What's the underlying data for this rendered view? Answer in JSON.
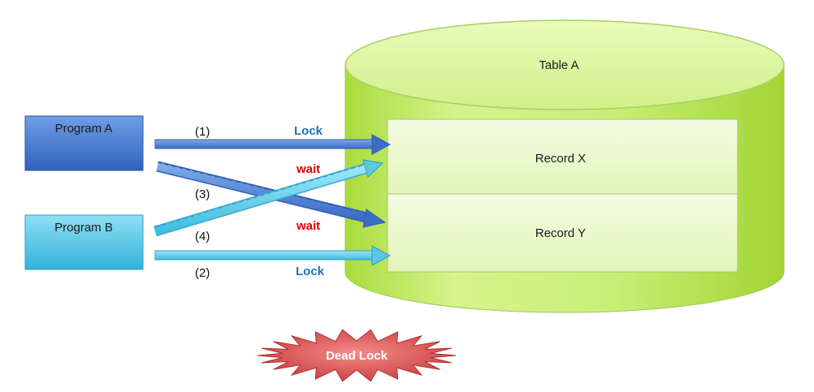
{
  "table": {
    "label": "Table A"
  },
  "records": [
    {
      "label": "Record X"
    },
    {
      "label": "Record Y"
    }
  ],
  "programs": [
    {
      "label": "Program A"
    },
    {
      "label": "Program B"
    }
  ],
  "steps": [
    {
      "number": "(1)",
      "action": "Lock"
    },
    {
      "number": "(2)",
      "action": "Lock"
    },
    {
      "number": "(3)",
      "action": "wait"
    },
    {
      "number": "(4)",
      "action": "wait"
    }
  ],
  "deadlock": {
    "label": "Dead Lock"
  },
  "colors": {
    "program_a": "#4f81d6",
    "program_b": "#5cc8e6",
    "cylinder": "#c7ef73",
    "lock_text": "#1f6fc0",
    "wait_text": "#e00000",
    "deadlock": "#e05555"
  }
}
